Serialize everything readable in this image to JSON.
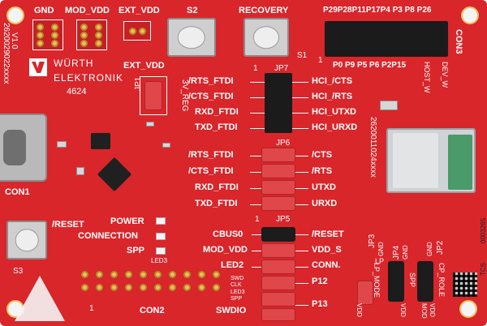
{
  "labels": {
    "gnd": "GND",
    "mod_vdd": "MOD_VDD",
    "ext_vdd_top": "EXT_VDD",
    "s2": "S2",
    "recovery": "RECOVERY",
    "s1": "S1",
    "version": "V1.0",
    "part_vertical": "2620029022xxxx",
    "brand_line1": "WÜRTH",
    "brand_line2": "ELEKTRONIK",
    "code_4624": "4624",
    "ext_vdd": "EXT_VDD",
    "jp1": "JP1",
    "reg_3v": "3V_REG",
    "jp7": "JP7",
    "jp6": "JP6",
    "jp5": "JP5",
    "con1": "CON1",
    "con2": "CON2",
    "con3": "CON3",
    "reset_label": "/RESET",
    "s3": "S3",
    "power": "POWER",
    "connection": "CONNECTION",
    "spp": "SPP",
    "led3": "LED3",
    "pin_one": "1",
    "top_pins": "P29P28P11P17P4 P3 P8 P26",
    "bottom_pins": "P0 P9 P5 P6 P2P15",
    "host_w": "HOST_W",
    "dev_w": "DEV_W",
    "module_part": "2620011024xxxx",
    "jp3": "JP3",
    "jp4": "JP4",
    "jp2": "JP2",
    "lp_mode": "LP_MODE",
    "spp_jp": "SPP",
    "cp_role": "CP_ROLE",
    "gnd_jp3": "GND",
    "gnd_jp4": "GND",
    "gnd_jp2": "GND",
    "vdd_jp3": "VDD",
    "vdd_jp4": "VDD",
    "vdd_jp2": "VDD",
    "mod_jp": "MOD",
    "serial_code": "0003265",
    "serial_code2": "TCS",
    "lp": "LP"
  },
  "jp7_rows": [
    {
      "left": "/RTS_FTDI",
      "right": "HCI_/CTS"
    },
    {
      "left": "/CTS_FTDI",
      "right": "HCI_/RTS"
    },
    {
      "left": "RXD_FTDI",
      "right": "HCI_UTXD"
    },
    {
      "left": "TXD_FTDI",
      "right": "HCI_URXD"
    }
  ],
  "jp6_rows": [
    {
      "left": "/RTS_FTDI",
      "right": "/CTS"
    },
    {
      "left": "/CTS_FTDI",
      "right": "/RTS"
    },
    {
      "left": "RXD_FTDI",
      "right": "UTXD"
    },
    {
      "left": "TXD_FTDI",
      "right": "URXD"
    }
  ],
  "jp5_rows": [
    {
      "left": "CBUS0",
      "right": "/RESET"
    },
    {
      "left": "MOD_VDD",
      "right": "VDD_S"
    },
    {
      "left": "LED2",
      "right": "CONN."
    },
    {
      "left": "SWD CLK",
      "right": "P12"
    },
    {
      "left": "LED3 SPP",
      "right": ""
    },
    {
      "left": "SWDIO",
      "right": "P13"
    }
  ],
  "colors": {
    "pcb_red": "#d8262b",
    "silkscreen": "#ffffff",
    "jumper_red": "#e0474a",
    "header_black": "#1b1b1b",
    "gold": "#e7c25a"
  }
}
